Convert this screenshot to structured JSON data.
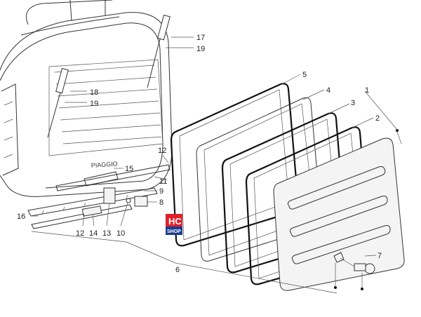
{
  "callouts": {
    "n1": "1",
    "n2": "2",
    "n3": "3",
    "n4": "4",
    "n5": "5",
    "n6": "6",
    "n7": "7",
    "n8": "8",
    "n9": "9",
    "n10": "10",
    "n11": "11",
    "n12a": "12",
    "n12b": "12",
    "n13": "13",
    "n14": "14",
    "n15": "15",
    "n16": "16",
    "n17": "17",
    "n18": "18",
    "n19a": "19",
    "n19b": "19"
  },
  "embossed_brand": "PIAGGIO",
  "logo": {
    "top": "HC",
    "bottom": "SHOP",
    "color_red": "#e0202a",
    "color_blue": "#1d3c8f"
  }
}
